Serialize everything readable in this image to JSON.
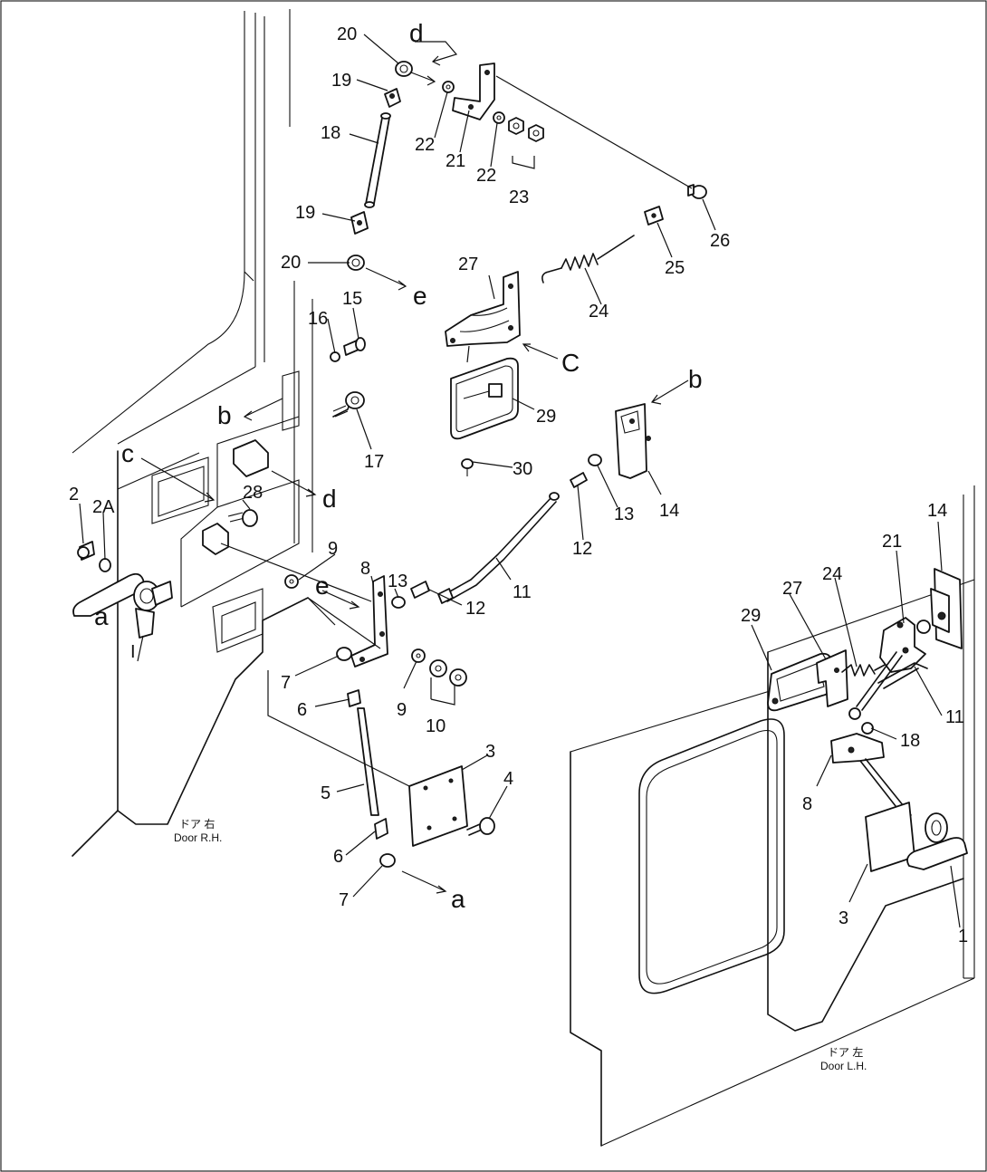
{
  "callouts": [
    {
      "id": "c20a",
      "text": "20"
    },
    {
      "id": "c19a",
      "text": "19"
    },
    {
      "id": "c18",
      "text": "18"
    },
    {
      "id": "c19b",
      "text": "19"
    },
    {
      "id": "c20b",
      "text": "20"
    },
    {
      "id": "c16",
      "text": "16"
    },
    {
      "id": "c15",
      "text": "15"
    },
    {
      "id": "c22a",
      "text": "22"
    },
    {
      "id": "c21",
      "text": "21"
    },
    {
      "id": "c22b",
      "text": "22"
    },
    {
      "id": "c23",
      "text": "23"
    },
    {
      "id": "c26",
      "text": "26"
    },
    {
      "id": "c25",
      "text": "25"
    },
    {
      "id": "c24",
      "text": "24"
    },
    {
      "id": "c27",
      "text": "27"
    },
    {
      "id": "c29",
      "text": "29"
    },
    {
      "id": "c30",
      "text": "30"
    },
    {
      "id": "c17",
      "text": "17"
    },
    {
      "id": "c14",
      "text": "14"
    },
    {
      "id": "c13a",
      "text": "13"
    },
    {
      "id": "c12a",
      "text": "12"
    },
    {
      "id": "c11",
      "text": "11"
    },
    {
      "id": "c28",
      "text": "28"
    },
    {
      "id": "c2",
      "text": "2"
    },
    {
      "id": "c2A",
      "text": "2A"
    },
    {
      "id": "c1l",
      "text": "I"
    },
    {
      "id": "c9a",
      "text": "9"
    },
    {
      "id": "c8",
      "text": "8"
    },
    {
      "id": "c13b",
      "text": "13"
    },
    {
      "id": "c12b",
      "text": "12"
    },
    {
      "id": "c7a",
      "text": "7"
    },
    {
      "id": "c9b",
      "text": "9"
    },
    {
      "id": "c10",
      "text": "10"
    },
    {
      "id": "c6a",
      "text": "6"
    },
    {
      "id": "c5",
      "text": "5"
    },
    {
      "id": "c3",
      "text": "3"
    },
    {
      "id": "c4",
      "text": "4"
    },
    {
      "id": "c6b",
      "text": "6"
    },
    {
      "id": "c7b",
      "text": "7"
    },
    {
      "id": "rd",
      "text": "d"
    },
    {
      "id": "re1",
      "text": "e"
    },
    {
      "id": "rc1",
      "text": "C"
    },
    {
      "id": "rb1",
      "text": "b"
    },
    {
      "id": "rb2",
      "text": "b"
    },
    {
      "id": "rc2",
      "text": "c"
    },
    {
      "id": "rd2",
      "text": "d"
    },
    {
      "id": "ra1",
      "text": "a"
    },
    {
      "id": "re2",
      "text": "e"
    },
    {
      "id": "ra2",
      "text": "a"
    },
    {
      "id": "i14",
      "text": "14"
    },
    {
      "id": "i21",
      "text": "21"
    },
    {
      "id": "i24",
      "text": "24"
    },
    {
      "id": "i27",
      "text": "27"
    },
    {
      "id": "i29",
      "text": "29"
    },
    {
      "id": "i11",
      "text": "11"
    },
    {
      "id": "i18",
      "text": "18"
    },
    {
      "id": "i8",
      "text": "8"
    },
    {
      "id": "i3",
      "text": "3"
    },
    {
      "id": "i1",
      "text": "1"
    }
  ],
  "captions": {
    "door_rh_jp": "ドア 右",
    "door_rh": "Door R.H.",
    "door_lh_jp": "ドア 左",
    "door_lh": "Door L.H."
  }
}
